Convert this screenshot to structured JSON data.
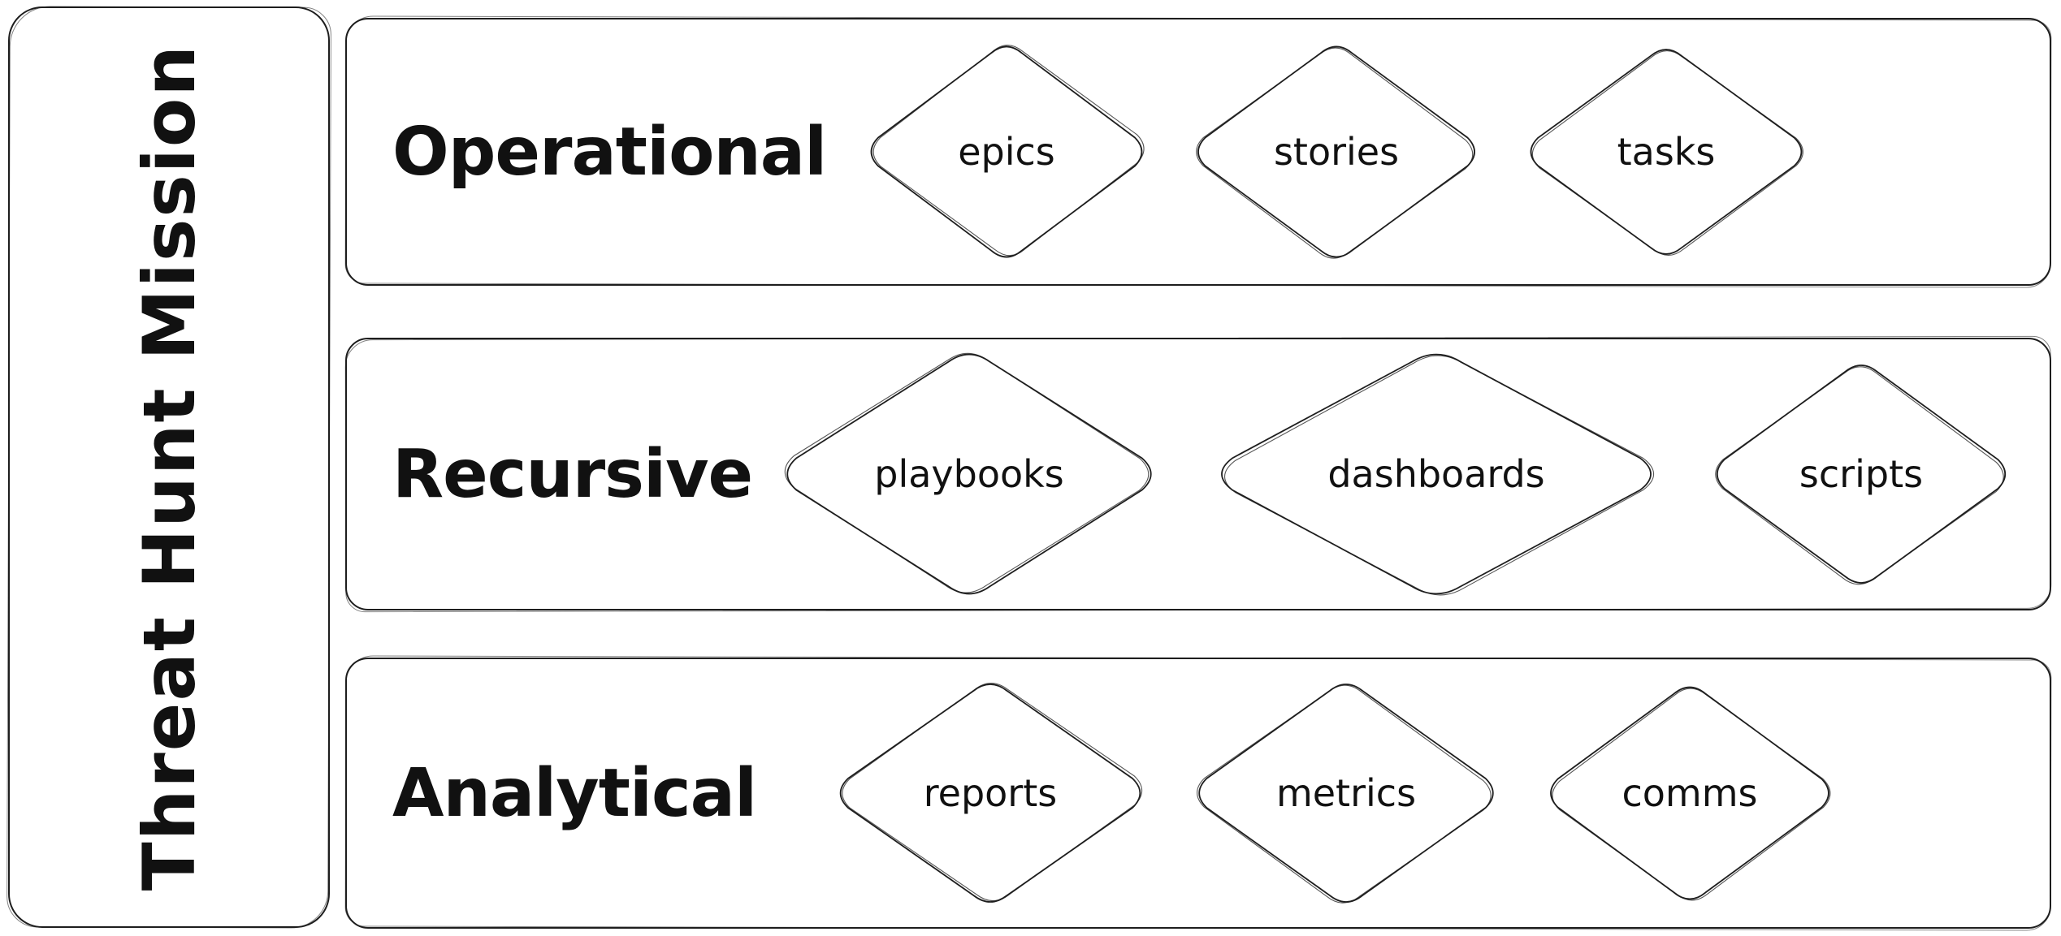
{
  "mission": {
    "title": "Threat Hunt Mission"
  },
  "rows": [
    {
      "label": "Operational",
      "items": [
        {
          "label": "epics"
        },
        {
          "label": "stories"
        },
        {
          "label": "tasks"
        }
      ]
    },
    {
      "label": "Recursive",
      "items": [
        {
          "label": "playbooks"
        },
        {
          "label": "dashboards"
        },
        {
          "label": "scripts"
        }
      ]
    },
    {
      "label": "Analytical",
      "items": [
        {
          "label": "reports"
        },
        {
          "label": "metrics"
        },
        {
          "label": "comms"
        }
      ]
    }
  ],
  "colors": {
    "stroke": "#1e1e1e",
    "background": "#ffffff",
    "text": "#111111"
  }
}
